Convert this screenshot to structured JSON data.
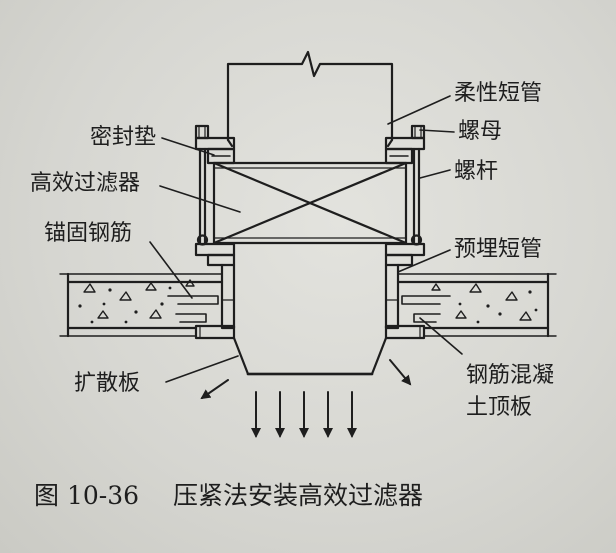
{
  "labels": {
    "flexible_pipe": "柔性短管",
    "nut": "螺母",
    "screw_rod": "螺杆",
    "gasket": "密封垫",
    "hepa_filter": "高效过滤器",
    "anchor_rebar": "锚固钢筋",
    "embedded_pipe": "预埋短管",
    "diffuser_plate": "扩散板",
    "rc_slab_line1": "钢筋混凝",
    "rc_slab_line2": "土顶板"
  },
  "caption": {
    "figure_number": "图 10-36",
    "title": "压紧法安装高效过滤器"
  },
  "colors": {
    "ink": "#1e1e1e",
    "paper": "#dcdcd7"
  }
}
